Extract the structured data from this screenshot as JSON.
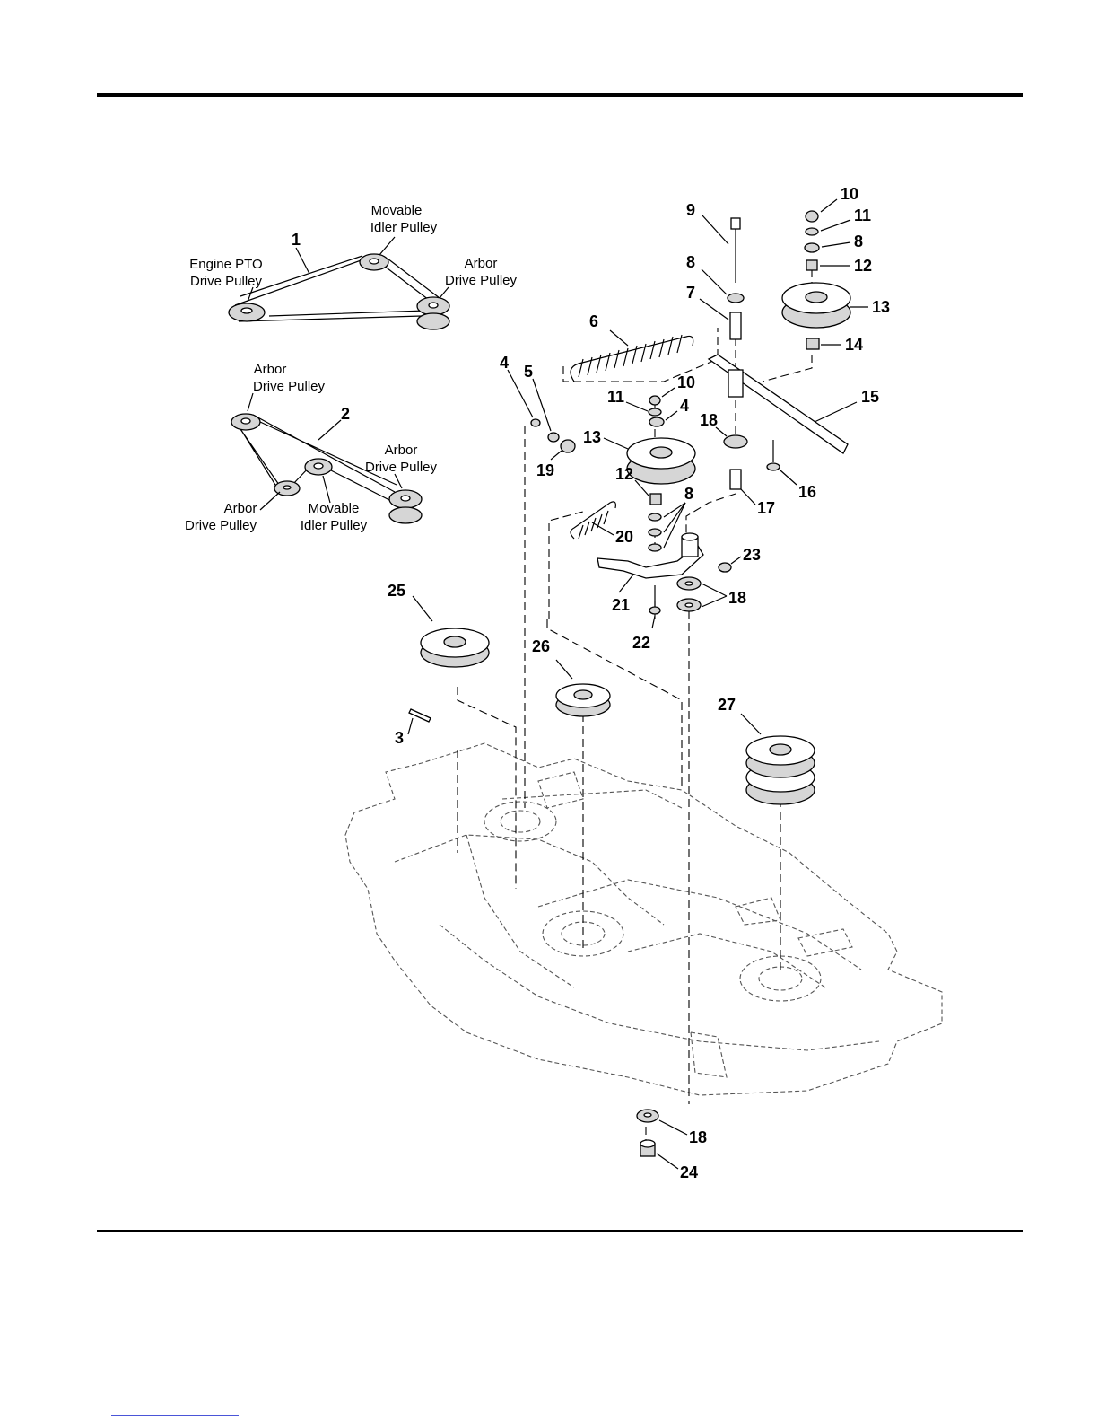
{
  "callouts": [
    "1",
    "2",
    "3",
    "4",
    "4",
    "5",
    "6",
    "7",
    "8",
    "8",
    "8",
    "9",
    "10",
    "10",
    "11",
    "11",
    "12",
    "12",
    "13",
    "13",
    "14",
    "15",
    "16",
    "17",
    "18",
    "18",
    "18",
    "19",
    "20",
    "21",
    "22",
    "23",
    "24",
    "25",
    "26",
    "27"
  ],
  "belt1": {
    "engine_pto": [
      "Engine PTO",
      "Drive Pulley"
    ],
    "movable_idler": [
      "Movable",
      "Idler Pulley"
    ],
    "arbor": [
      "Arbor",
      "Drive Pulley"
    ]
  },
  "belt2": {
    "arbor_top": [
      "Arbor",
      "Drive Pulley"
    ],
    "arbor_right": [
      "Arbor",
      "Drive Pulley"
    ],
    "arbor_left": [
      "Arbor",
      "Drive Pulley"
    ],
    "movable_idler": [
      "Movable",
      "Idler Pulley"
    ]
  }
}
